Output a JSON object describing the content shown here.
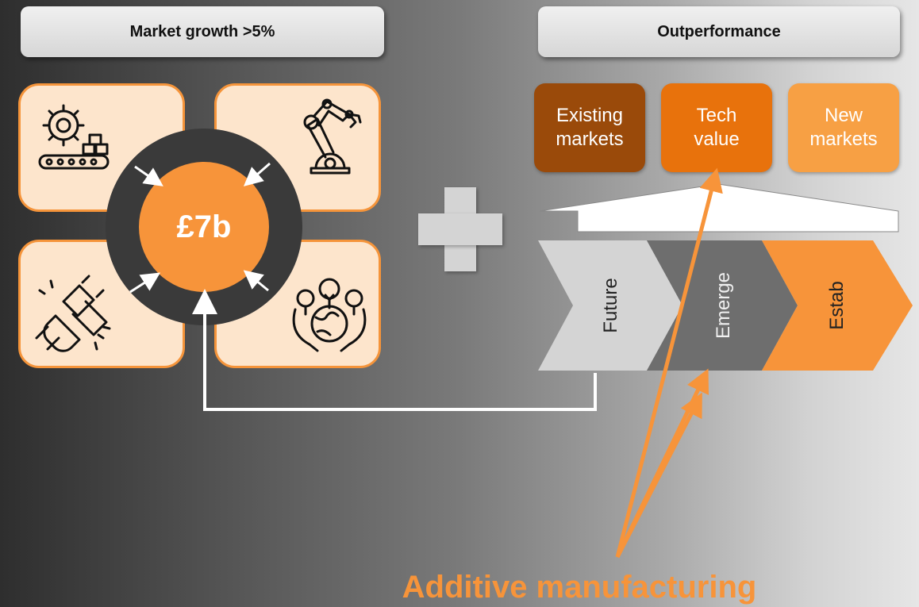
{
  "headers": {
    "left": "Market growth >5%",
    "right": "Outperformance"
  },
  "center_value": "£7b",
  "tiles": [
    {
      "icon": "factory-gear-conveyor-icon"
    },
    {
      "icon": "robotic-arm-icon"
    },
    {
      "icon": "electric-plug-icon"
    },
    {
      "icon": "hands-earth-trees-icon"
    }
  ],
  "boxes": [
    {
      "line1": "Existing",
      "line2": "markets",
      "color": "#9a4a0a"
    },
    {
      "line1": "Tech",
      "line2": "value",
      "color": "#e8720c"
    },
    {
      "line1": "New",
      "line2": "markets",
      "color": "#f7a044"
    }
  ],
  "stages": [
    "Future",
    "Emerge",
    "Estab"
  ],
  "footer": "Additive manufacturing",
  "colors": {
    "accent": "#f7943a",
    "tile_fill": "#fde5cc",
    "stage_future": "#d4d4d4",
    "stage_emerge": "#6e6e6e",
    "stage_estab": "#f7943a"
  }
}
